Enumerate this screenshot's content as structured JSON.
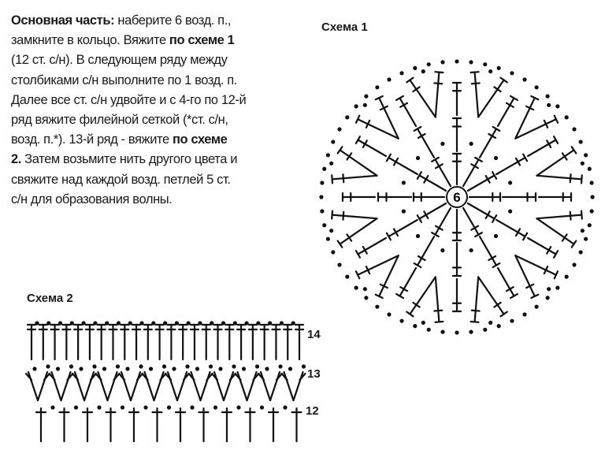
{
  "instructions": {
    "lines": [
      [
        {
          "b": true,
          "t": "Основная часть: "
        },
        {
          "b": false,
          "t": "наберите 6 возд. п.,"
        }
      ],
      [
        {
          "b": false,
          "t": "замкните в кольцо. Вяжите "
        },
        {
          "b": true,
          "t": "по схеме 1"
        }
      ],
      [
        {
          "b": false,
          "t": "(12 ст. с/н). В следующем ряду между"
        }
      ],
      [
        {
          "b": false,
          "t": "столбиками с/н выполните по 1 возд. п."
        }
      ],
      [
        {
          "b": false,
          "t": "Далее все ст. с/н удвойте и с 4-го по 12-й"
        }
      ],
      [
        {
          "b": false,
          "t": "ряд вяжите филейной сеткой (*ст. с/н,"
        }
      ],
      [
        {
          "b": false,
          "t": "возд. п.*). 13-й ряд - вяжите "
        },
        {
          "b": true,
          "t": "по схеме"
        }
      ],
      [
        {
          "b": true,
          "t": "2. "
        },
        {
          "b": false,
          "t": "Затем возьмите нить другого цвета и"
        }
      ],
      [
        {
          "b": false,
          "t": "свяжите над каждой возд. петлей 5 ст."
        }
      ],
      [
        {
          "b": false,
          "t": "с/н для образования волны."
        }
      ]
    ]
  },
  "scheme1": {
    "title": "Схема 1",
    "center_label": "6",
    "spokes": 12
  },
  "scheme2": {
    "title": "Схема 2",
    "rows": [
      {
        "label": "14",
        "stitches": 24
      },
      {
        "label": "13",
        "fans": 12
      },
      {
        "label": "12",
        "stitches": 12
      }
    ]
  }
}
